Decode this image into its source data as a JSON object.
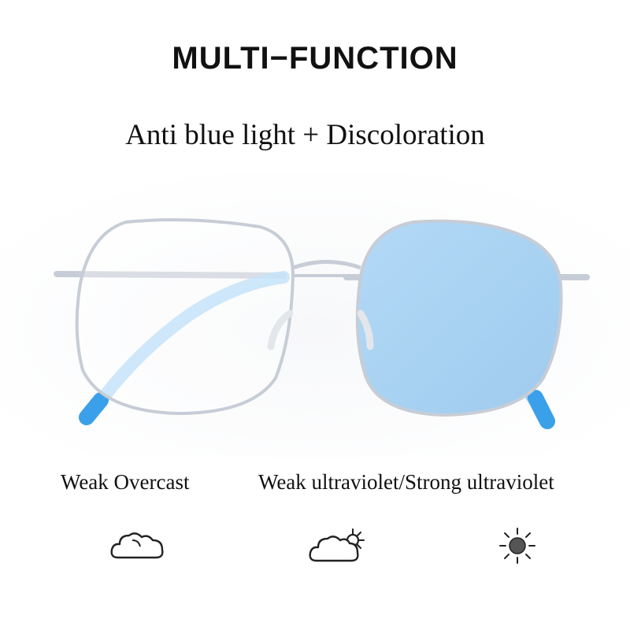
{
  "header": {
    "title": "MULTI−FUNCTION",
    "subtitle": "Anti blue light + Discoloration"
  },
  "labels": {
    "left": "Weak Overcast",
    "right": "Weak ultraviolet/Strong ultraviolet"
  },
  "icons": [
    "cloud-icon",
    "cloud-sun-icon",
    "sun-icon"
  ],
  "colors": {
    "lens_tint": "#a9d3f3",
    "frame": "#c7cdd6",
    "temple": "#8fc6f2",
    "temple_tip": "#3ba0ea",
    "text": "#111111"
  }
}
